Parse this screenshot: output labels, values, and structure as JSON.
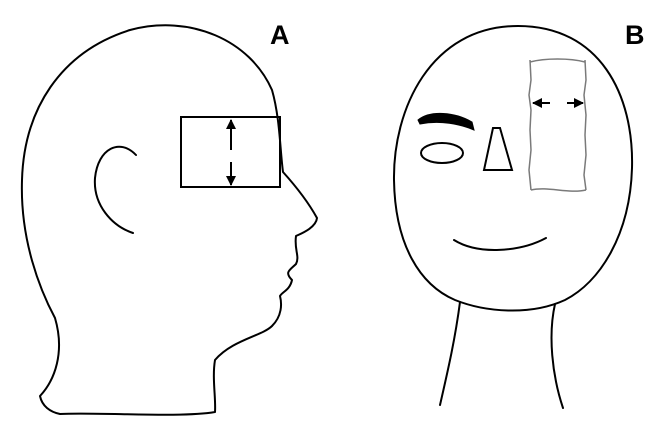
{
  "panels": [
    {
      "label": "A",
      "view": "side profile"
    },
    {
      "label": "B",
      "view": "front"
    }
  ],
  "colors": {
    "stroke": "#000000",
    "strip": "#7a7a7a",
    "background": "#ffffff"
  }
}
